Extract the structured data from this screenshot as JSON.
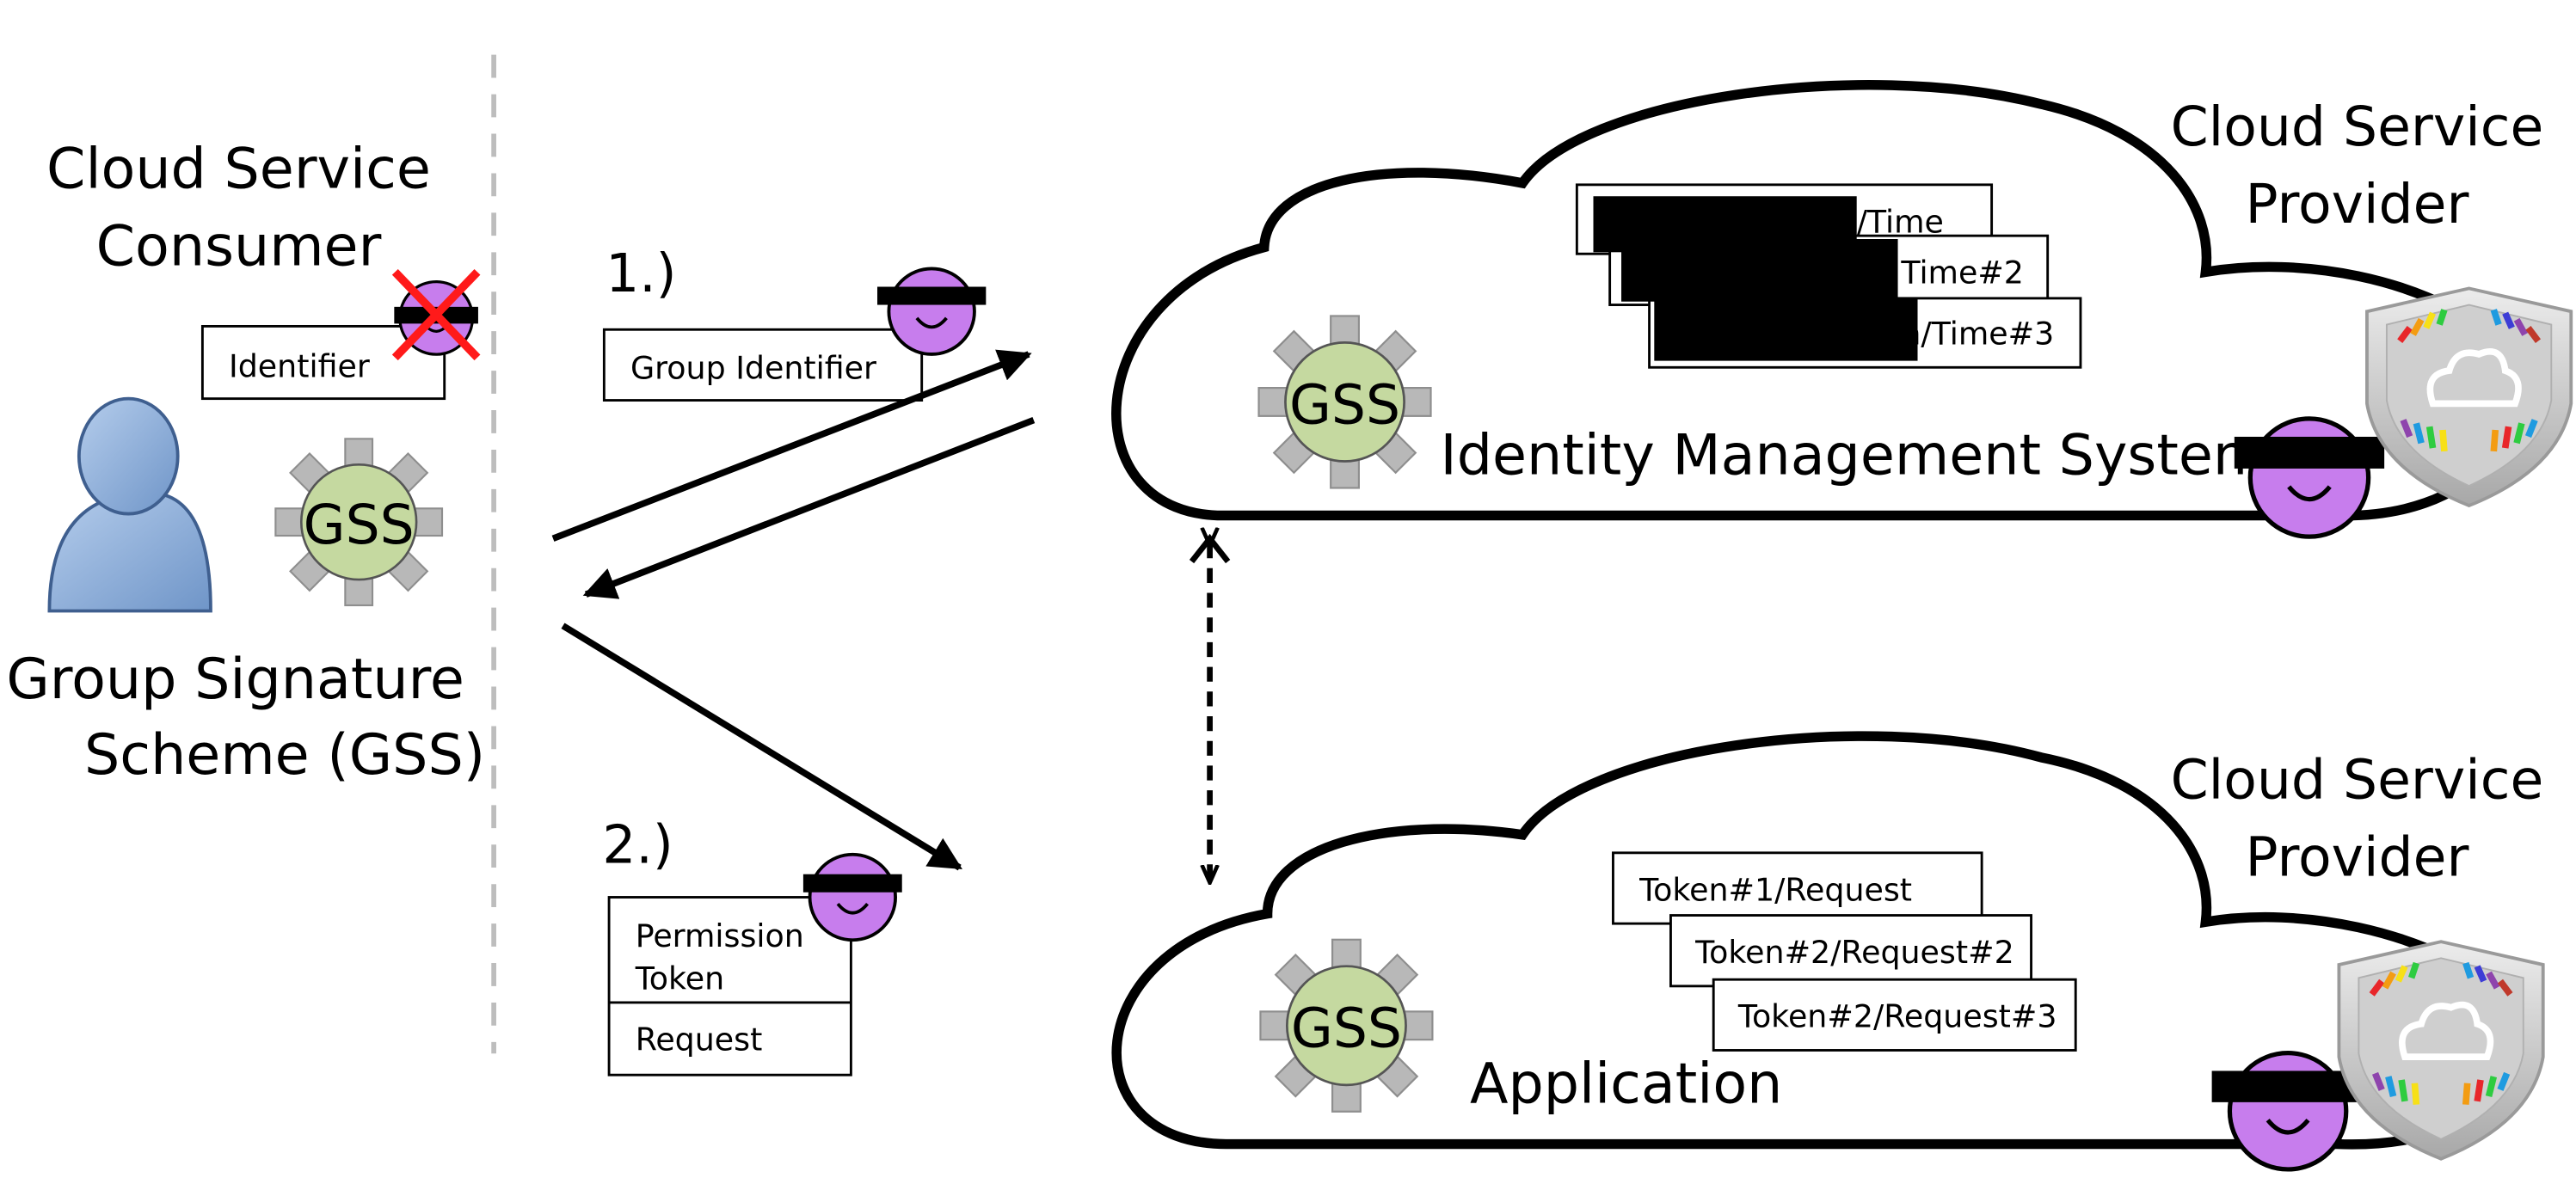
{
  "consumer": {
    "title_line1": "Cloud Service",
    "title_line2": "Consumer",
    "identifier_label": "Identifier",
    "gss_label": "GSS",
    "scheme_line1": "Group Signature",
    "scheme_line2": "Scheme (GSS)"
  },
  "step1": {
    "number": "1.)",
    "group_identifier_label": "Group Identifier"
  },
  "step2": {
    "number": "2.)",
    "permission_line1": "Permission",
    "permission_line2": "Token",
    "request_label": "Request"
  },
  "ims_cloud": {
    "provider_line1": "Cloud Service",
    "provider_line2": "Provider",
    "gss_label": "GSS",
    "system_label": "Identity Management System",
    "records": [
      "/Time",
      "Time#2",
      "n/Time#3"
    ]
  },
  "app_cloud": {
    "provider_line1": "Cloud Service",
    "provider_line2": "Provider",
    "gss_label": "GSS",
    "system_label": "Application",
    "records": [
      "Token#1/Request",
      "Token#2/Request#2",
      "Token#2/Request#3"
    ]
  },
  "colors": {
    "user_blue": "#8fb1dc",
    "gss_green": "#c5d9a0",
    "gear_gray": "#b8b8b8",
    "smiley_purple": "#c77ded",
    "cross_red": "#ff1a1a",
    "divider_gray": "#bdbdbd"
  },
  "icons": [
    "user-icon",
    "gear-icon",
    "smiley-icon",
    "shield-icon",
    "cloud-shape"
  ]
}
